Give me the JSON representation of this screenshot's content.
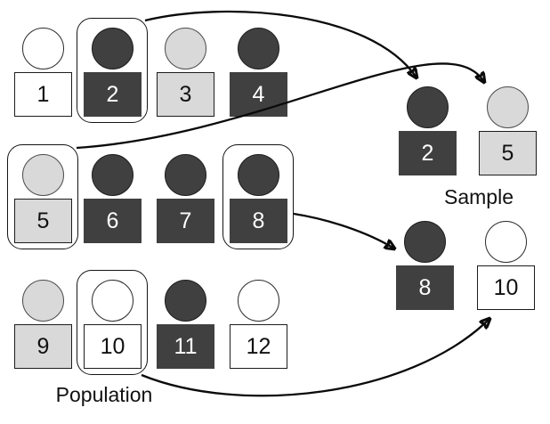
{
  "labels": {
    "population": "Population",
    "sample": "Sample"
  },
  "colors": {
    "dark": "#404040",
    "light": "#d9d9d9",
    "white": "#ffffff",
    "stroke": "#000000"
  },
  "population": [
    {
      "id": "1",
      "shade": "white",
      "selected": false
    },
    {
      "id": "2",
      "shade": "dark",
      "selected": true
    },
    {
      "id": "3",
      "shade": "light",
      "selected": false
    },
    {
      "id": "4",
      "shade": "dark",
      "selected": false
    },
    {
      "id": "5",
      "shade": "light",
      "selected": true
    },
    {
      "id": "6",
      "shade": "dark",
      "selected": false
    },
    {
      "id": "7",
      "shade": "dark",
      "selected": false
    },
    {
      "id": "8",
      "shade": "dark",
      "selected": true
    },
    {
      "id": "9",
      "shade": "light",
      "selected": false
    },
    {
      "id": "10",
      "shade": "white",
      "selected": true
    },
    {
      "id": "11",
      "shade": "dark",
      "selected": false
    },
    {
      "id": "12",
      "shade": "white",
      "selected": false
    }
  ],
  "sample": [
    {
      "id": "2",
      "shade": "dark"
    },
    {
      "id": "5",
      "shade": "light"
    },
    {
      "id": "8",
      "shade": "dark"
    },
    {
      "id": "10",
      "shade": "white"
    }
  ],
  "arrows": [
    {
      "from": "2",
      "to": "sample-2"
    },
    {
      "from": "5",
      "to": "sample-5"
    },
    {
      "from": "8",
      "to": "sample-8"
    },
    {
      "from": "10",
      "to": "sample-10"
    }
  ]
}
